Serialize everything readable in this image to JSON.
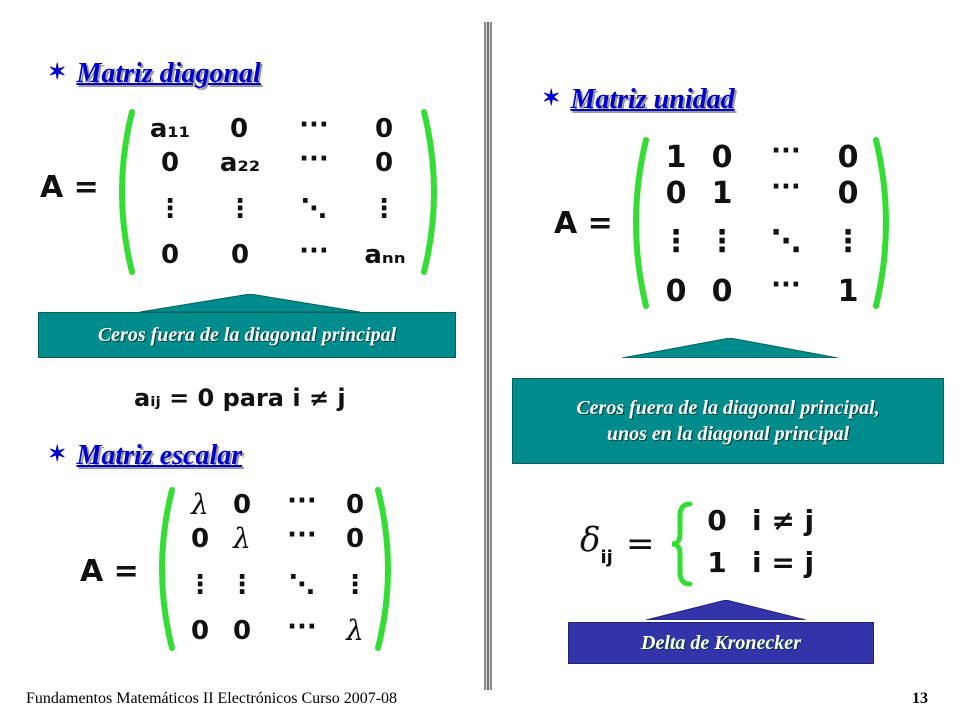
{
  "slide": {
    "footer": "Fundamentos Matemáticos II Electrónicos Curso 2007-08",
    "page_number": "13",
    "accent_heading": "#0000cc",
    "accent_bracket": "#33dd33",
    "callout_teal": "#008c8c",
    "callout_blue": "#3333aa"
  },
  "diagonal": {
    "heading": "Matriz diagonal",
    "bullet_icon": "star-bullet-icon",
    "lhs": "A =",
    "rows": [
      [
        "a₁₁",
        "0",
        "···",
        "0"
      ],
      [
        "0",
        "a₂₂",
        "···",
        "0"
      ],
      [
        "⋮",
        "⋮",
        "⋱",
        "⋮"
      ],
      [
        "0",
        "0",
        "···",
        "aₙₙ"
      ]
    ],
    "callout": "Ceros fuera de la diagonal principal",
    "condition": "aᵢⱼ = 0  para  i ≠ j"
  },
  "scalar": {
    "heading": "Matriz escalar",
    "lhs": "A =",
    "rows": [
      [
        "λ",
        "0",
        "···",
        "0"
      ],
      [
        "0",
        "λ",
        "···",
        "0"
      ],
      [
        "⋮",
        "⋮",
        "⋱",
        "⋮"
      ],
      [
        "0",
        "0",
        "···",
        "λ"
      ]
    ]
  },
  "identity": {
    "heading": "Matriz unidad",
    "lhs": "A =",
    "rows": [
      [
        "1",
        "0",
        "···",
        "0"
      ],
      [
        "0",
        "1",
        "···",
        "0"
      ],
      [
        "⋮",
        "⋮",
        "⋱",
        "⋮"
      ],
      [
        "0",
        "0",
        "···",
        "1"
      ]
    ],
    "callout_line1": "Ceros fuera de la diagonal principal,",
    "callout_line2": "unos en la diagonal principal"
  },
  "kronecker": {
    "symbol": "δ",
    "subscript": "ij",
    "equals": "=",
    "case1_value": "0",
    "case1_cond": "i ≠ j",
    "case2_value": "1",
    "case2_cond": "i = j",
    "callout": "Delta de Kronecker"
  }
}
